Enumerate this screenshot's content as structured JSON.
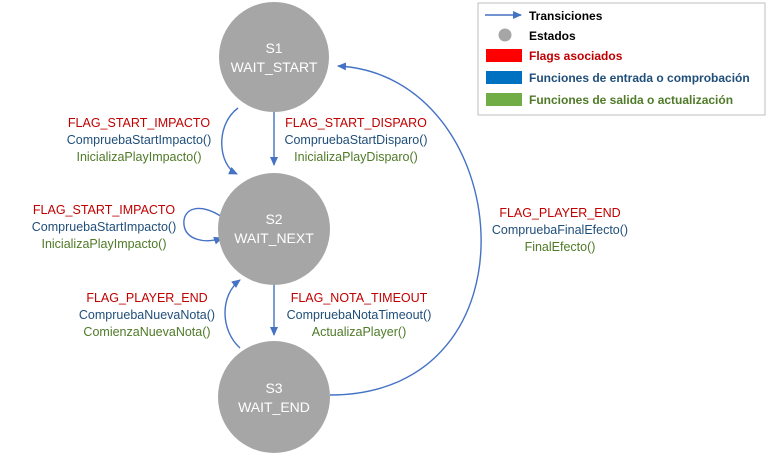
{
  "colors": {
    "state_fill": "#a6a6a6",
    "arrow": "#4472c4",
    "flag": "#c00000",
    "entry_fn": "#1f4e79",
    "exit_fn": "#4f7a28",
    "legend_flag_swatch": "#ff0000",
    "legend_entry_swatch": "#0070c0",
    "legend_exit_swatch": "#70ad47"
  },
  "legend": {
    "transitions": "Transiciones",
    "states": "Estados",
    "flags": "Flags asociados",
    "entry_functions": "Funciones de entrada o comprobación",
    "exit_functions": "Funciones de salida o actualización"
  },
  "states": {
    "s1": {
      "id": "S1",
      "name": "WAIT_START"
    },
    "s2": {
      "id": "S2",
      "name": "WAIT_NEXT"
    },
    "s3": {
      "id": "S3",
      "name": "WAIT_END"
    }
  },
  "transitions": {
    "s1_s2_left": {
      "flag": "FLAG_START_IMPACTO",
      "check": "CompruebaStartImpacto()",
      "action": "InicializaPlayImpacto()"
    },
    "s1_s2_right": {
      "flag": "FLAG_START_DISPARO",
      "check": "CompruebaStartDisparo()",
      "action": "InicializaPlayDisparo()"
    },
    "s2_self": {
      "flag": "FLAG_START_IMPACTO",
      "check": "CompruebaStartImpacto()",
      "action": "InicializaPlayImpacto()"
    },
    "s3_s2": {
      "flag": "FLAG_PLAYER_END",
      "check": "CompruebaNuevaNota()",
      "action": "ComienzaNuevaNota()"
    },
    "s2_s3": {
      "flag": "FLAG_NOTA_TIMEOUT",
      "check": "CompruebaNotaTimeout()",
      "action": "ActualizaPlayer()"
    },
    "s3_s1": {
      "flag": "FLAG_PLAYER_END",
      "check": "CompruebaFinalEfecto()",
      "action": "FinalEfecto()"
    }
  }
}
